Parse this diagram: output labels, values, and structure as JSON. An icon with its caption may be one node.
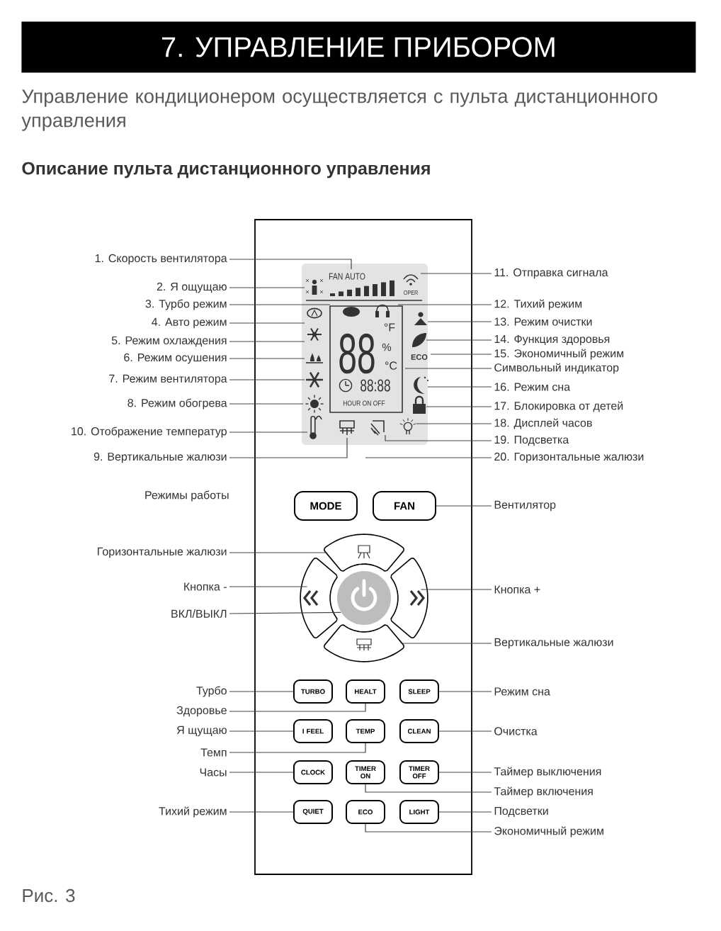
{
  "diagram": {
    "title": "7. УПРАВЛЕНИЕ ПРИБОРОМ",
    "caption": "Рис. 3",
    "nodes": [
      {
        "text": [],
        "shape": "box"
      },
      {
        "text": [
          "FAN AUTO",
          "OPER",
          "88",
          "°F",
          "%",
          "ECO",
          "°C",
          "88:88",
          "HOUR ON OFF"
        ],
        "in": 0
      },
      {
        "text": [
          "1. Скорость вентилятора"
        ]
      },
      {
        "text": [
          "2. Я ощущаю"
        ]
      },
      {
        "text": [
          "3. Турбо режим"
        ]
      },
      {
        "text": [
          "4. Авто режим"
        ]
      },
      {
        "text": [
          "5. Режим охлаждения"
        ]
      },
      {
        "text": [
          "6. Режим осушения"
        ]
      },
      {
        "text": [
          "7. Режим вентилятора"
        ]
      },
      {
        "text": [
          "8. Режим обогрева"
        ]
      },
      {
        "text": [
          "10. Отображение температур"
        ]
      },
      {
        "text": [
          "9. Вертикальные жалюзи"
        ]
      },
      {
        "text": [
          "11. Отправка сигнала"
        ]
      },
      {
        "text": [
          "12. Тихий режим"
        ]
      },
      {
        "text": [
          "13. Режим очистки"
        ]
      },
      {
        "text": [
          "14. Функция здоровья"
        ]
      },
      {
        "text": [
          "15. Экономичный режим"
        ]
      },
      {
        "text": [
          "Символьный индикатор"
        ]
      },
      {
        "text": [
          "16. Режим сна"
        ]
      },
      {
        "text": [
          "17. Блокировка от детей"
        ]
      },
      {
        "text": [
          "18. Дисплей часов"
        ]
      },
      {
        "text": [
          "19. Подсветка"
        ]
      },
      {
        "text": [
          "20. Горизонтальные жалюзи"
        ]
      },
      {
        "text": [
          "MODE"
        ],
        "in": 0
      },
      {
        "text": [
          "FAN"
        ],
        "in": 0
      },
      {
        "text": [
          "Вентилятор"
        ]
      },
      {
        "text": [],
        "shape": "arc",
        "in": 0
      },
      {
        "text": [],
        "shape": "arc",
        "in": 0
      },
      {
        "text": [],
        "shape": "circle",
        "in": 0
      },
      {
        "text": [],
        "shape": "arc",
        "in": 0
      },
      {
        "text": [],
        "shape": "arc",
        "in": 0
      },
      {
        "text": [
          "Горизонтальные жалюзи"
        ]
      },
      {
        "text": [
          "Кнопка -"
        ]
      },
      {
        "text": [
          "ВКЛ/ВЫКЛ"
        ]
      },
      {
        "text": [
          "Кнопка +"
        ]
      },
      {
        "text": [
          "Вертикальные жалюзи"
        ]
      },
      {
        "text": [
          "TURBO"
        ],
        "in": 0
      },
      {
        "text": [
          "HEALT"
        ],
        "in": 0
      },
      {
        "text": [
          "SLEEP"
        ],
        "in": 0
      },
      {
        "text": [
          "I FEEL"
        ],
        "in": 0
      },
      {
        "text": [
          "TEMP"
        ],
        "in": 0
      },
      {
        "text": [
          "CLEAN"
        ],
        "in": 0
      },
      {
        "text": [
          "CLOCK"
        ],
        "in": 0
      },
      {
        "text": [
          "TIMER ON"
        ],
        "in": 0
      },
      {
        "text": [
          "TIMER OFF"
        ],
        "in": 0
      },
      {
        "text": [
          "QUIET"
        ],
        "in": 0
      },
      {
        "text": [
          "ECO"
        ],
        "in": 0
      },
      {
        "text": [
          "LIGHT"
        ],
        "in": 0
      },
      {
        "text": [
          "Турбо"
        ]
      },
      {
        "text": [
          "Здоровье"
        ]
      },
      {
        "text": [
          "Я щущаю"
        ]
      },
      {
        "text": [
          "Темп"
        ]
      },
      {
        "text": [
          "Часы"
        ]
      },
      {
        "text": [
          "Тихий режим"
        ]
      },
      {
        "text": [
          "Режим сна"
        ]
      },
      {
        "text": [
          "Очистка"
        ]
      },
      {
        "text": [
          "Таймер выключения"
        ]
      },
      {
        "text": [
          "Таймер включения"
        ]
      },
      {
        "text": [
          "Подсветки"
        ]
      },
      {
        "text": [
          "Экономичный режим"
        ]
      }
    ],
    "edges": [
      {
        "from": 2,
        "to": 1,
        "arrow": "none"
      },
      {
        "from": 3,
        "to": 1,
        "arrow": "none"
      },
      {
        "from": 4,
        "to": 1,
        "arrow": "none"
      },
      {
        "from": 5,
        "to": 1,
        "arrow": "none"
      },
      {
        "from": 6,
        "to": 1,
        "arrow": "none"
      },
      {
        "from": 7,
        "to": 1,
        "arrow": "none"
      },
      {
        "from": 8,
        "to": 1,
        "arrow": "none"
      },
      {
        "from": 9,
        "to": 1,
        "arrow": "none"
      },
      {
        "from": 10,
        "to": 1,
        "arrow": "none"
      },
      {
        "from": 11,
        "to": 1,
        "arrow": "none"
      },
      {
        "from": 12,
        "to": 1,
        "arrow": "none"
      },
      {
        "from": 13,
        "to": 1,
        "arrow": "none"
      },
      {
        "from": 14,
        "to": 1,
        "arrow": "none"
      },
      {
        "from": 15,
        "to": 1,
        "arrow": "none"
      },
      {
        "from": 16,
        "to": 1,
        "arrow": "none"
      },
      {
        "from": 17,
        "to": 1,
        "arrow": "none"
      },
      {
        "from": 18,
        "to": 1,
        "arrow": "none"
      },
      {
        "from": 19,
        "to": 1,
        "arrow": "none"
      },
      {
        "from": 20,
        "to": 1,
        "arrow": "none"
      },
      {
        "from": 21,
        "to": 1,
        "arrow": "none"
      },
      {
        "from": 22,
        "to": 0,
        "arrow": "none"
      },
      {
        "from": 25,
        "to": 24,
        "arrow": "none"
      },
      {
        "from": 31,
        "to": 26,
        "arrow": "none"
      },
      {
        "from": 32,
        "to": 27,
        "arrow": "none"
      },
      {
        "from": 33,
        "to": 28,
        "arrow": "none"
      },
      {
        "from": 34,
        "to": 29,
        "arrow": "none"
      },
      {
        "from": 35,
        "to": 30,
        "arrow": "none"
      },
      {
        "from": 48,
        "to": 36,
        "arrow": "none"
      },
      {
        "from": 49,
        "to": 37,
        "arrow": "none"
      },
      {
        "from": 50,
        "to": 39,
        "arrow": "none"
      },
      {
        "from": 51,
        "to": 40,
        "arrow": "none"
      },
      {
        "from": 52,
        "to": 42,
        "arrow": "none"
      },
      {
        "from": 53,
        "to": 45,
        "arrow": "none"
      },
      {
        "from": 54,
        "to": 38,
        "arrow": "none"
      },
      {
        "from": 55,
        "to": 41,
        "arrow": "none"
      },
      {
        "from": 56,
        "to": 44,
        "arrow": "none"
      },
      {
        "from": 57,
        "to": 43,
        "arrow": "none"
      },
      {
        "from": 58,
        "to": 47,
        "arrow": "none"
      },
      {
        "from": 59,
        "to": 46,
        "arrow": "none"
      }
    ],
    "labels": [
      "Управление кондиционером осуществляется с пульта дистанционного управления",
      "Описание пульта дистанционного управления",
      "Режимы работы"
    ]
  }
}
